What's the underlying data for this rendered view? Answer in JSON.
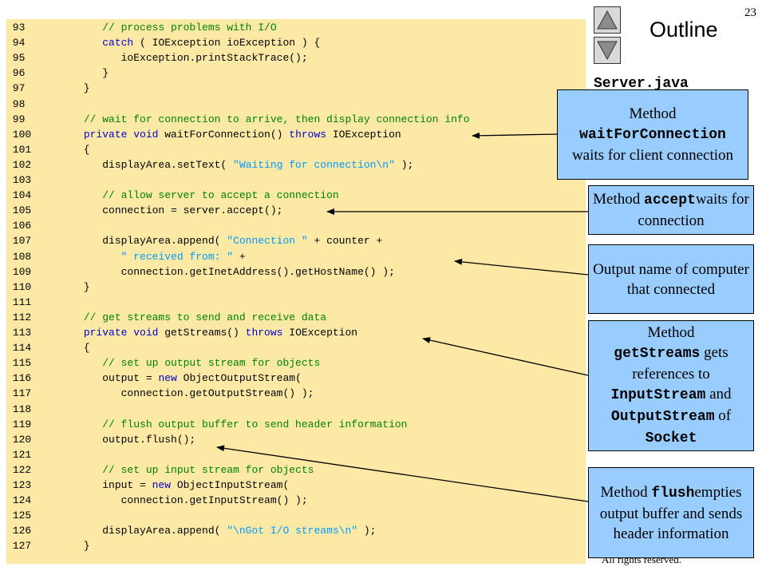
{
  "slide": {
    "page_number": "23",
    "outline_title": "Outline",
    "file_name": "Server.java",
    "copyright_fragment": "All rights reserved."
  },
  "nav": {
    "up_icon": "triangle-up-icon",
    "down_icon": "triangle-down-icon"
  },
  "colors": {
    "code_bg": "#fde9a6",
    "comment": "#008000",
    "keyword": "#0000cc",
    "string": "#0099ff",
    "callout_bg": "#99ccff"
  },
  "code_lines": [
    {
      "n": "93",
      "s": [
        {
          "t": "         ",
          "c": ""
        },
        {
          "t": "// process problems with I/O",
          "c": "com"
        }
      ]
    },
    {
      "n": "94",
      "s": [
        {
          "t": "         ",
          "c": ""
        },
        {
          "t": "catch",
          "c": "kw"
        },
        {
          "t": " ( IOException ioException ) {",
          "c": ""
        }
      ]
    },
    {
      "n": "95",
      "s": [
        {
          "t": "            ioException.printStackTrace();",
          "c": ""
        }
      ]
    },
    {
      "n": "96",
      "s": [
        {
          "t": "         }",
          "c": ""
        }
      ]
    },
    {
      "n": "97",
      "s": [
        {
          "t": "      }",
          "c": ""
        }
      ]
    },
    {
      "n": "98",
      "s": []
    },
    {
      "n": "99",
      "s": [
        {
          "t": "      ",
          "c": ""
        },
        {
          "t": "// wait for connection to arrive, then display connection info",
          "c": "com"
        }
      ]
    },
    {
      "n": "100",
      "s": [
        {
          "t": "      ",
          "c": ""
        },
        {
          "t": "private void",
          "c": "kw"
        },
        {
          "t": " waitForConnection() ",
          "c": ""
        },
        {
          "t": "throws",
          "c": "kw"
        },
        {
          "t": " IOException",
          "c": ""
        }
      ]
    },
    {
      "n": "101",
      "s": [
        {
          "t": "      {",
          "c": ""
        }
      ]
    },
    {
      "n": "102",
      "s": [
        {
          "t": "         displayArea.setText( ",
          "c": ""
        },
        {
          "t": "\"Waiting for connection\\n\"",
          "c": "str"
        },
        {
          "t": " );",
          "c": ""
        }
      ]
    },
    {
      "n": "103",
      "s": []
    },
    {
      "n": "104",
      "s": [
        {
          "t": "         ",
          "c": ""
        },
        {
          "t": "// allow server to accept a connection",
          "c": "com"
        }
      ]
    },
    {
      "n": "105",
      "s": [
        {
          "t": "         connection = server.accept();",
          "c": ""
        }
      ]
    },
    {
      "n": "106",
      "s": []
    },
    {
      "n": "107",
      "s": [
        {
          "t": "         displayArea.append( ",
          "c": ""
        },
        {
          "t": "\"Connection \"",
          "c": "str"
        },
        {
          "t": " + counter +",
          "c": ""
        }
      ]
    },
    {
      "n": "108",
      "s": [
        {
          "t": "            ",
          "c": ""
        },
        {
          "t": "\" received from: \"",
          "c": "str"
        },
        {
          "t": " +",
          "c": ""
        }
      ]
    },
    {
      "n": "109",
      "s": [
        {
          "t": "            connection.getInetAddress().getHostName() );",
          "c": ""
        }
      ]
    },
    {
      "n": "110",
      "s": [
        {
          "t": "      }",
          "c": ""
        }
      ]
    },
    {
      "n": "111",
      "s": []
    },
    {
      "n": "112",
      "s": [
        {
          "t": "      ",
          "c": ""
        },
        {
          "t": "// get streams to send and receive data",
          "c": "com"
        }
      ]
    },
    {
      "n": "113",
      "s": [
        {
          "t": "      ",
          "c": ""
        },
        {
          "t": "private void",
          "c": "kw"
        },
        {
          "t": " getStreams() ",
          "c": ""
        },
        {
          "t": "throws",
          "c": "kw"
        },
        {
          "t": " IOException",
          "c": ""
        }
      ]
    },
    {
      "n": "114",
      "s": [
        {
          "t": "      {",
          "c": ""
        }
      ]
    },
    {
      "n": "115",
      "s": [
        {
          "t": "         ",
          "c": ""
        },
        {
          "t": "// set up output stream for objects",
          "c": "com"
        }
      ]
    },
    {
      "n": "116",
      "s": [
        {
          "t": "         output = ",
          "c": ""
        },
        {
          "t": "new",
          "c": "kw"
        },
        {
          "t": " ObjectOutputStream(",
          "c": ""
        }
      ]
    },
    {
      "n": "117",
      "s": [
        {
          "t": "            connection.getOutputStream() );",
          "c": ""
        }
      ]
    },
    {
      "n": "118",
      "s": []
    },
    {
      "n": "119",
      "s": [
        {
          "t": "         ",
          "c": ""
        },
        {
          "t": "// flush output buffer to send header information",
          "c": "com"
        }
      ]
    },
    {
      "n": "120",
      "s": [
        {
          "t": "         output.flush();",
          "c": ""
        }
      ]
    },
    {
      "n": "121",
      "s": []
    },
    {
      "n": "122",
      "s": [
        {
          "t": "         ",
          "c": ""
        },
        {
          "t": "// set up input stream for objects",
          "c": "com"
        }
      ]
    },
    {
      "n": "123",
      "s": [
        {
          "t": "         input = ",
          "c": ""
        },
        {
          "t": "new",
          "c": "kw"
        },
        {
          "t": " ObjectInputStream(",
          "c": ""
        }
      ]
    },
    {
      "n": "124",
      "s": [
        {
          "t": "            connection.getInputStream() );",
          "c": ""
        }
      ]
    },
    {
      "n": "125",
      "s": []
    },
    {
      "n": "126",
      "s": [
        {
          "t": "         displayArea.append( ",
          "c": ""
        },
        {
          "t": "\"\\nGot I/O streams\\n\"",
          "c": "str"
        },
        {
          "t": " );",
          "c": ""
        }
      ]
    },
    {
      "n": "127",
      "s": [
        {
          "t": "      }",
          "c": ""
        }
      ]
    }
  ],
  "callouts": [
    {
      "name": "callout-wait-for-connection",
      "parts": [
        {
          "t": "Method",
          "m": false
        },
        {
          "t": "waitForConnection",
          "m": true
        },
        {
          "t": "waits for client connection",
          "m": false
        }
      ]
    },
    {
      "name": "callout-accept",
      "parts": [
        {
          "t": "Method ",
          "m": false,
          "inline": true
        },
        {
          "t": "accept",
          "m": true,
          "inline": true
        },
        {
          "t": "waits for connection",
          "m": false
        }
      ]
    },
    {
      "name": "callout-output-name",
      "parts": [
        {
          "t": "Output name of computer that connected",
          "m": false
        }
      ]
    },
    {
      "name": "callout-get-streams",
      "parts": [
        {
          "t": "Method",
          "m": false
        },
        {
          "t": "getStreams",
          "m": true,
          "tail": " gets"
        },
        {
          "t": "references to",
          "m": false
        },
        {
          "t": "InputStream",
          "m": true,
          "tail": " and"
        },
        {
          "t": "OutputStream",
          "m": true,
          "tail": " of"
        },
        {
          "t": "Socket",
          "m": true
        }
      ]
    },
    {
      "name": "callout-flush",
      "parts": [
        {
          "t": "Method ",
          "m": false,
          "inline": true
        },
        {
          "t": "flush",
          "m": true,
          "inline": true
        },
        {
          "t": "empties output buffer and sends header information",
          "m": false
        }
      ]
    }
  ]
}
